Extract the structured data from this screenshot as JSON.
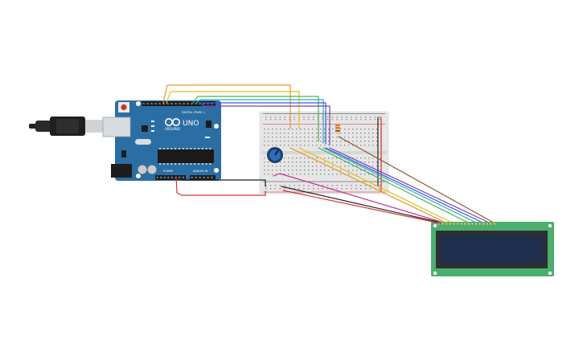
{
  "arduino": {
    "brand_text": "ARDUINO",
    "model_text": "UNO",
    "digital_header_text": "DIGITAL (PWM~)",
    "power_header_text": "POWER",
    "analog_header_text": "ANALOG IN",
    "board_color": "#2b6ea3",
    "usb_cable_color": "#222222",
    "usb_plug_color": "#cfd3d6"
  },
  "breadboard": {
    "color": "#e6e6e6",
    "rail_positive_color": "#d22b2b",
    "rail_negative_color": "#333333"
  },
  "lcd": {
    "pcb_color": "#4caf6e",
    "screen_color": "#1e2e4d",
    "bezel_color": "#2b2f36"
  },
  "wires": {
    "orange": "#e8962a",
    "yellow": "#e0c21a",
    "green": "#4caf50",
    "cyan": "#31a8c4",
    "blue": "#2f5fd6",
    "purple": "#7b3fb5",
    "brown": "#8a5a2b",
    "red": "#d43333",
    "black": "#222222",
    "magenta": "#c2308f"
  }
}
